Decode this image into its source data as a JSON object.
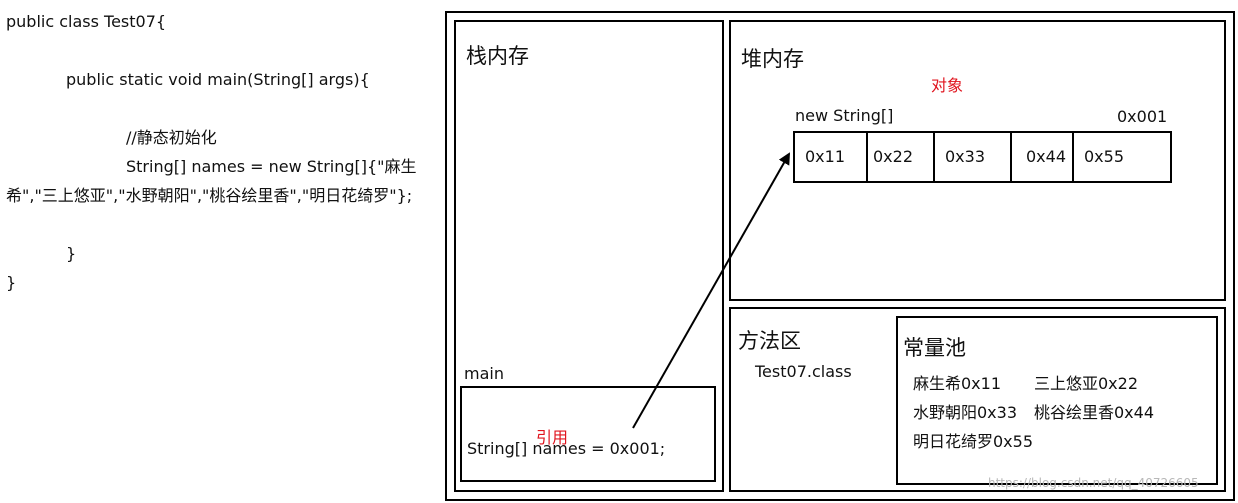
{
  "code": {
    "line1": "public class Test07{",
    "line2": "public static void main(String[] args){",
    "line3": "//静态初始化",
    "line4": "String[] names = new String[]{\"麻生",
    "line5": "希\",\"三上悠亚\",\"水野朝阳\",\"桃谷绘里香\",\"明日花绮罗\"};",
    "line6": "}",
    "line7": "}"
  },
  "stack": {
    "title": "栈内存",
    "frame_label": "main",
    "reference_label": "引用",
    "statement": "String[] names = 0x001;"
  },
  "heap": {
    "title": "堆内存",
    "object_label": "对象",
    "array_label": "new String[]",
    "array_address": "0x001",
    "cells": [
      "0x11",
      "0x22",
      "0x33",
      "0x44",
      "0x55"
    ]
  },
  "method_area": {
    "title": "方法区",
    "class_file": "Test07.class"
  },
  "constant_pool": {
    "title": "常量池",
    "entries": [
      "麻生希0x11",
      "三上悠亚0x22",
      "水野朝阳0x33",
      "桃谷绘里香0x44",
      "明日花绮罗0x55"
    ]
  },
  "watermark": "https://blog.csdn.net/qq_40726605",
  "colors": {
    "accent_red": "#e0141e",
    "line": "#000000"
  }
}
